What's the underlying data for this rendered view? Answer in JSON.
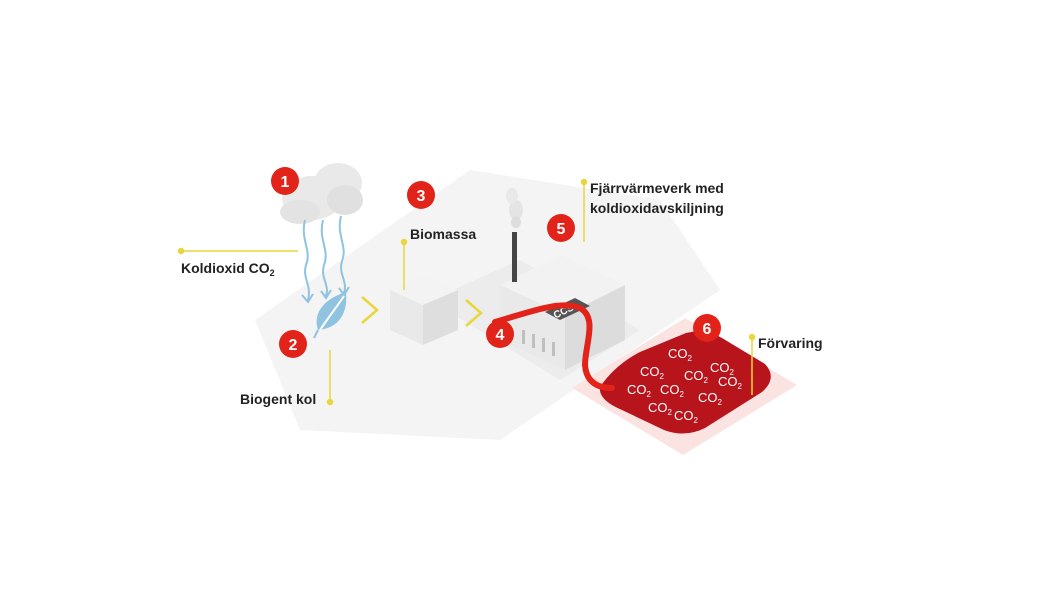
{
  "labels": {
    "koldioxid": "Koldioxid CO",
    "koldioxid_sub": "2",
    "biogent_kol": "Biogent kol",
    "biomassa": "Biomassa",
    "fjarrvarmeverk_line1": "Fjärrvärmeverk med",
    "fjarrvarmeverk_line2": "koldioxidavskiljning",
    "forvaring": "Förvaring"
  },
  "steps": [
    "1",
    "2",
    "3",
    "4",
    "5",
    "6"
  ],
  "ccs_label": "CCS",
  "co2_text": "CO",
  "co2_sub": "2",
  "co2_count": 10,
  "colors": {
    "accent_red": "#e2231a",
    "storage_red": "#b8141c",
    "pale_red": "#f9dedd",
    "yellow_guide": "#e8d63a",
    "leaf_blue": "#8fc3e0",
    "building_gray": "#e9e9e9",
    "ground_gray": "#f3f3f3"
  }
}
